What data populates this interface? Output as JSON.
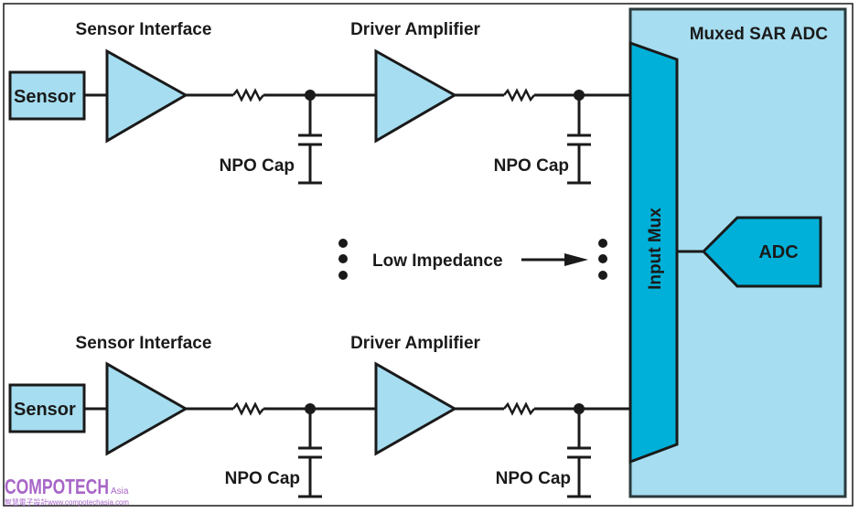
{
  "diagram": {
    "block": {
      "title": "Muxed SAR ADC",
      "mux_label": "Input Mux",
      "adc_label": "ADC"
    },
    "channels": [
      {
        "sensor_label": "Sensor",
        "interface_label": "Sensor Interface",
        "driver_label": "Driver Amplifier",
        "cap1_label": "NPO Cap",
        "cap2_label": "NPO Cap"
      },
      {
        "sensor_label": "Sensor",
        "interface_label": "Sensor Interface",
        "driver_label": "Driver Amplifier",
        "cap1_label": "NPO Cap",
        "cap2_label": "NPO Cap"
      }
    ],
    "ellipsis_label": "Low Impedance"
  },
  "watermark": {
    "brand": "COMPOTECH",
    "brand_suffix": "Asia",
    "tagline": "智慧電子設計www.compotechasia.com"
  },
  "colors": {
    "light_blue": "#a6ddf0",
    "mux_blue": "#00b0d8",
    "line": "#1a1a1a",
    "watermark": "#a866c8"
  }
}
